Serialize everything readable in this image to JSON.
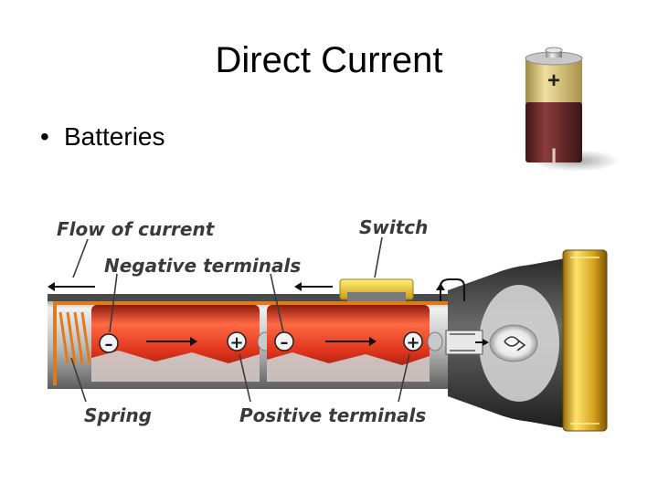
{
  "slide": {
    "title": "Direct Current",
    "bullets": [
      "Batteries"
    ]
  },
  "battery_icon": {
    "plus": "+",
    "minus": "I",
    "colors": {
      "top": "#d9c57a",
      "bottom": "#6b2a2a"
    }
  },
  "diagram": {
    "labels": {
      "flow_of_current": "Flow of current",
      "switch": "Switch",
      "negative_terminals": "Negative terminals",
      "spring": "Spring",
      "positive_terminals": "Positive terminals"
    },
    "cells": [
      {
        "negative": "–",
        "positive": "+"
      },
      {
        "negative": "–",
        "positive": "+"
      }
    ],
    "colors": {
      "cell": "#e0341c",
      "casing": "#bdbdbd",
      "cap": "#e3b52a",
      "wire": "#e07a1a"
    }
  }
}
